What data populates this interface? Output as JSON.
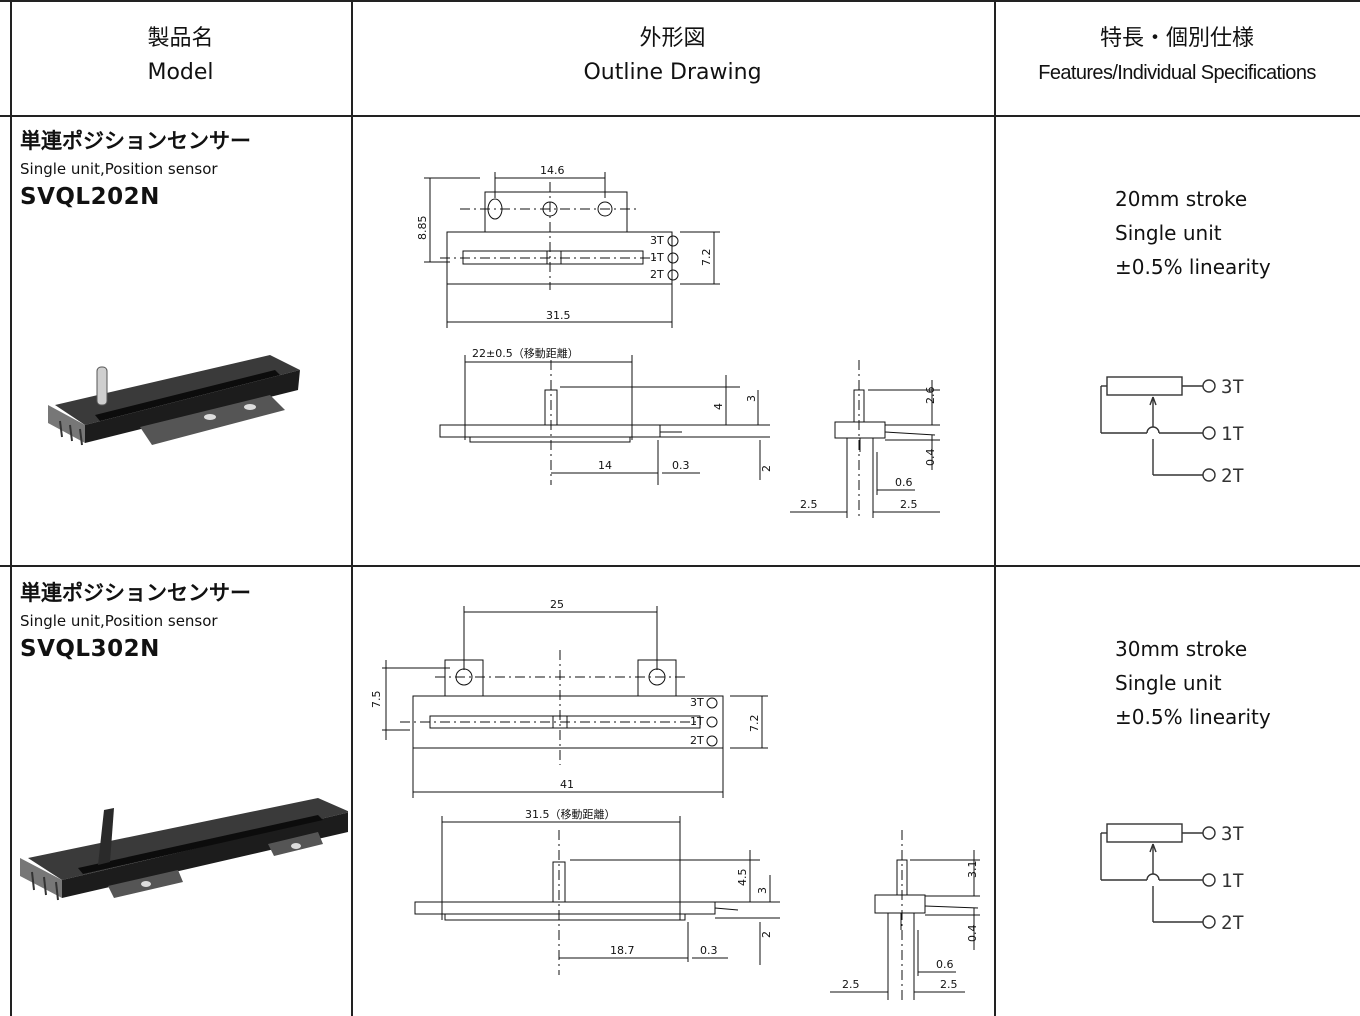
{
  "header": {
    "model_jp": "製品名",
    "model_en": "Model",
    "outline_jp": "外形図",
    "outline_en": "Outline Drawing",
    "features_jp": "特長・個別仕様",
    "features_en": "Features/Individual Specifications"
  },
  "rows": [
    {
      "name_jp": "単連ポジションセンサー",
      "name_en": "Single unit,Position sensor",
      "code": "SVQL202N",
      "features": [
        "20mm  stroke",
        "Single unit",
        "±0.5% linearity"
      ],
      "dims": {
        "hole_pitch": "14.6",
        "height": "8.85",
        "width": "7.2",
        "length": "31.5",
        "travel": "22±0.5（移動距離）",
        "knob_h": "4",
        "knob_top": "3",
        "offset": "14",
        "gap": "0.3",
        "base": "2",
        "side_h": "2.6",
        "side_t": "0.4",
        "pin": "0.6",
        "pitch_a": "2.5",
        "pitch_b": "2.5",
        "t3": "3T",
        "t1": "1T",
        "t2": "2T"
      },
      "terminals": [
        "3T",
        "1T",
        "2T"
      ]
    },
    {
      "name_jp": "単連ポジションセンサー",
      "name_en": "Single unit,Position sensor",
      "code": "SVQL302N",
      "features": [
        "30mm  stroke",
        "Single unit",
        "±0.5% linearity"
      ],
      "dims": {
        "hole_pitch": "25",
        "height": "7.5",
        "width": "7.2",
        "length": "41",
        "travel": "31.5（移動距離）",
        "knob_h": "4.5",
        "knob_top": "3",
        "offset": "18.7",
        "gap": "0.3",
        "base": "2",
        "side_h": "3.1",
        "side_t": "0.4",
        "pin": "0.6",
        "pitch_a": "2.5",
        "pitch_b": "2.5",
        "t3": "3T",
        "t1": "1T",
        "t2": "2T"
      },
      "terminals": [
        "3T",
        "1T",
        "2T"
      ]
    }
  ]
}
